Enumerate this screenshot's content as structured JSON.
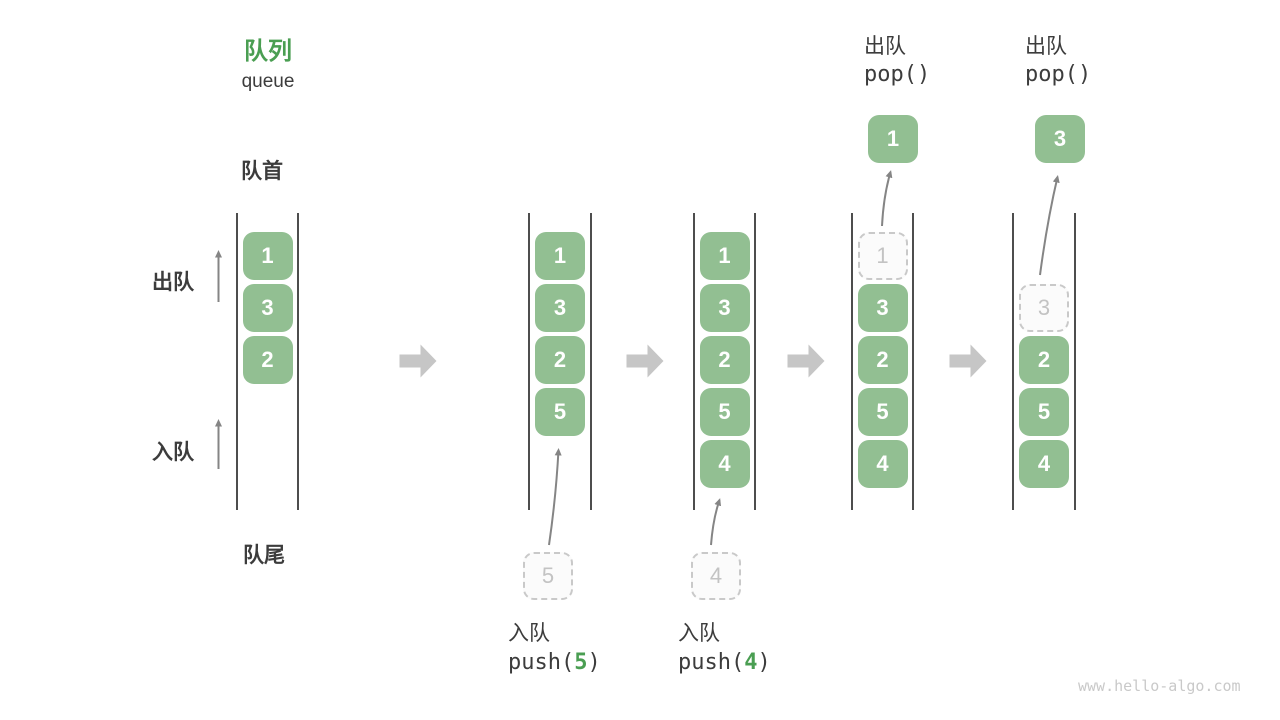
{
  "title": {
    "zh": "队列",
    "en": "queue"
  },
  "side_labels": {
    "front": "队首",
    "rear": "队尾",
    "dequeue": "出队",
    "enqueue": "入队"
  },
  "watermark": "www.hello-algo.com",
  "colors": {
    "green_box": "#92BF92",
    "green_text": "#4A9E52",
    "dark_text": "#3C3C3C",
    "wall": "#4D4D4D",
    "ghost_border": "#C9C9C9",
    "ghost_fill": "#FBFBFB",
    "ghost_text": "#C3C3C3",
    "thin_arrow": "#858585",
    "block_arrow": "#C6C6C6",
    "watermark": "#C9C9C9"
  },
  "stages": [
    {
      "name": "initial",
      "cells": [
        {
          "value": "1",
          "kind": "solid"
        },
        {
          "value": "3",
          "kind": "solid"
        },
        {
          "value": "2",
          "kind": "solid"
        }
      ]
    },
    {
      "name": "push-5",
      "cells": [
        {
          "value": "1",
          "kind": "solid"
        },
        {
          "value": "3",
          "kind": "solid"
        },
        {
          "value": "2",
          "kind": "solid"
        },
        {
          "value": "5",
          "kind": "solid"
        }
      ],
      "staging": {
        "value": "5"
      },
      "op": {
        "label": "入队",
        "code_before": "push(",
        "arg": "5",
        "code_after": ")"
      }
    },
    {
      "name": "push-4",
      "cells": [
        {
          "value": "1",
          "kind": "solid"
        },
        {
          "value": "3",
          "kind": "solid"
        },
        {
          "value": "2",
          "kind": "solid"
        },
        {
          "value": "5",
          "kind": "solid"
        },
        {
          "value": "4",
          "kind": "solid"
        }
      ],
      "staging": {
        "value": "4"
      },
      "op": {
        "label": "入队",
        "code_before": "push(",
        "arg": "4",
        "code_after": ")"
      }
    },
    {
      "name": "pop-1",
      "cells": [
        {
          "value": "1",
          "kind": "ghost"
        },
        {
          "value": "3",
          "kind": "solid"
        },
        {
          "value": "2",
          "kind": "solid"
        },
        {
          "value": "5",
          "kind": "solid"
        },
        {
          "value": "4",
          "kind": "solid"
        }
      ],
      "popped": {
        "value": "1"
      },
      "op": {
        "label": "出队",
        "code": "pop()"
      }
    },
    {
      "name": "pop-3",
      "cells": [
        {
          "kind": "empty"
        },
        {
          "value": "3",
          "kind": "ghost"
        },
        {
          "value": "2",
          "kind": "solid"
        },
        {
          "value": "5",
          "kind": "solid"
        },
        {
          "value": "4",
          "kind": "solid"
        }
      ],
      "popped": {
        "value": "3"
      },
      "op": {
        "label": "出队",
        "code": "pop()"
      }
    }
  ]
}
